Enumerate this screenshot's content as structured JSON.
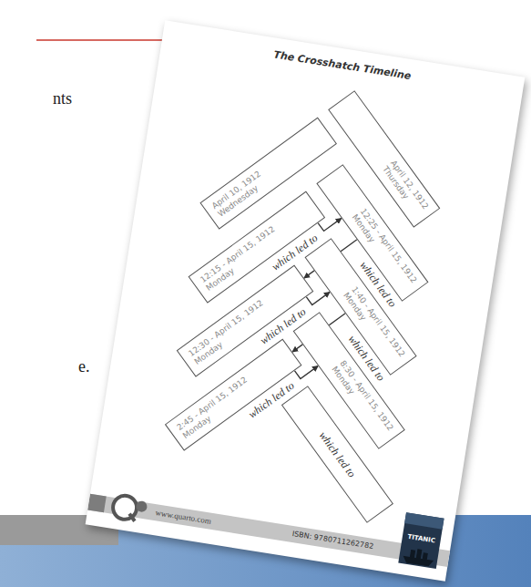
{
  "diagram": {
    "title": "The Crosshatch Timeline",
    "nodes": [
      {
        "text": [
          "April 10, 1912",
          "Wednesday"
        ]
      },
      {
        "text": [
          "April 12, 1912",
          "Thursday"
        ]
      },
      {
        "text": [
          "12:15 - April 15, 1912",
          "Monday"
        ]
      },
      {
        "text": [
          "12:25 - April 15, 1912",
          "Monday"
        ]
      },
      {
        "text": [
          "12:30 - April 15, 1912",
          "Monday"
        ]
      },
      {
        "text": [
          "1:40 - April 15, 1912",
          "Monday"
        ]
      },
      {
        "text": [
          "2:45 - April 15, 1912",
          "Monday"
        ]
      },
      {
        "text": [
          "8:30 - April 15, 1912",
          "Monday"
        ]
      },
      {
        "text": [
          "which led to"
        ]
      }
    ],
    "edges": [
      {
        "from": 2,
        "to": 3,
        "arrow": "to",
        "label": "which led to"
      },
      {
        "from": 3,
        "to": 4,
        "arrow": "to",
        "label": "which led to"
      },
      {
        "from": 4,
        "to": 5,
        "arrow": "to",
        "label": "which led to"
      },
      {
        "from": 5,
        "to": 6,
        "arrow": "to",
        "label": "which led to"
      },
      {
        "from": 6,
        "to": 7,
        "arrow": "to",
        "label": "which led to"
      }
    ],
    "labels": [
      "nts",
      "e.",
      "www.quarto.com",
      "ISBN: 9780711262782",
      "TITANIC"
    ]
  }
}
